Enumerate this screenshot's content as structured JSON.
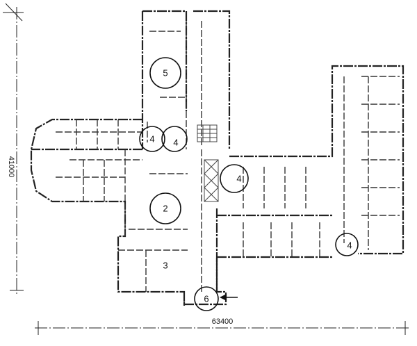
{
  "plan": {
    "dimensions": {
      "width_label": "63400",
      "height_label": "41000"
    },
    "markers": [
      {
        "id": "5",
        "label": "5"
      },
      {
        "id": "4a",
        "label": "4"
      },
      {
        "id": "4b",
        "label": "4"
      },
      {
        "id": "4c",
        "label": "4"
      },
      {
        "id": "4d",
        "label": "4"
      },
      {
        "id": "2",
        "label": "2"
      },
      {
        "id": "6",
        "label": "6"
      }
    ],
    "room_labels": [
      {
        "id": "3",
        "label": "3"
      }
    ]
  }
}
